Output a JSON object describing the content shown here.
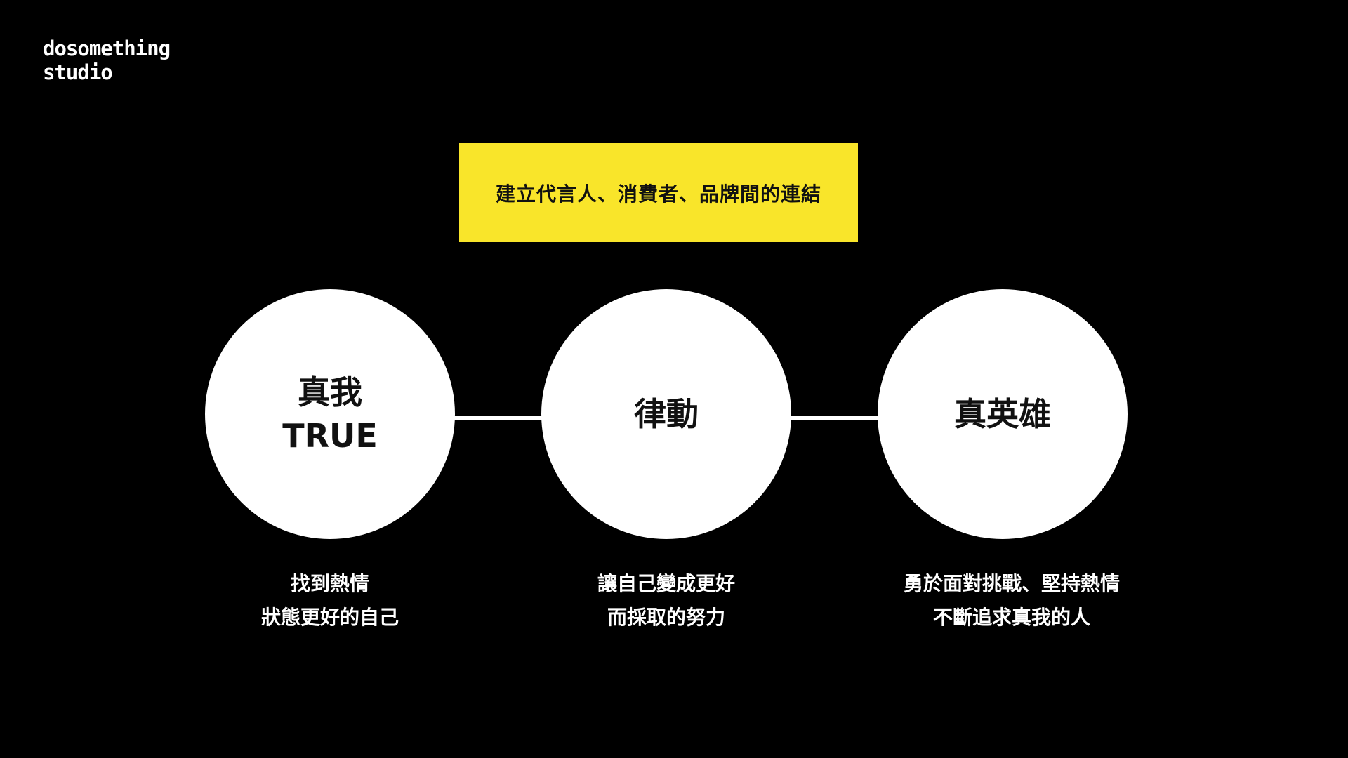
{
  "logo": {
    "line1": "dosomething",
    "line2": "studio"
  },
  "banner": {
    "text": "建立代言人、消費者、品牌間的連結",
    "color": "#f9e52a"
  },
  "pillars": [
    {
      "title_line1": "真我",
      "title_line2": "TRUE",
      "caption_line1": "找到熱情",
      "caption_line2": "狀態更好的自己"
    },
    {
      "title_line1": "律動",
      "caption_line1": "讓自己變成更好",
      "caption_line2": "而採取的努力"
    },
    {
      "title_line1": "真英雄",
      "caption_line1": "勇於面對挑戰、堅持熱情",
      "caption_line2": "不斷追求真我的人"
    }
  ],
  "colors": {
    "background": "#000000",
    "circle": "#ffffff",
    "text_light": "#ffffff",
    "text_dark": "#111111"
  }
}
